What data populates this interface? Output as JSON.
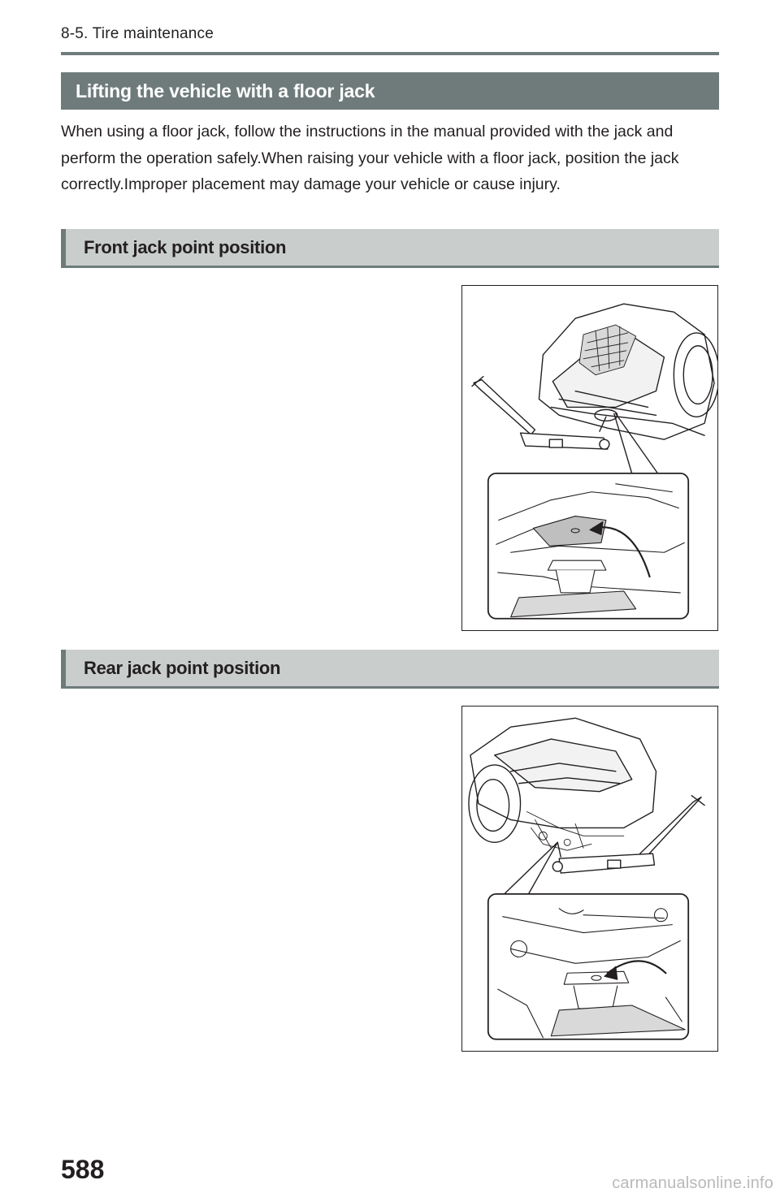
{
  "header": {
    "section": "8-5. Tire maintenance"
  },
  "main": {
    "heading": "Lifting the vehicle with a floor jack",
    "paragraph": "When using a floor jack, follow the instructions in the manual provided with the jack and perform the operation safely.When raising your vehicle with a floor jack, position the jack correctly.Improper placement may damage your vehicle or cause injury."
  },
  "sections": [
    {
      "heading": "Front jack point position"
    },
    {
      "heading": "Rear jack point position"
    }
  ],
  "footer": {
    "page_number": "588",
    "watermark": "carmanualsonline.info"
  },
  "colors": {
    "heading_band": "#6f7b7b",
    "subheading_band": "#c9cdcc",
    "text": "#231f20"
  }
}
